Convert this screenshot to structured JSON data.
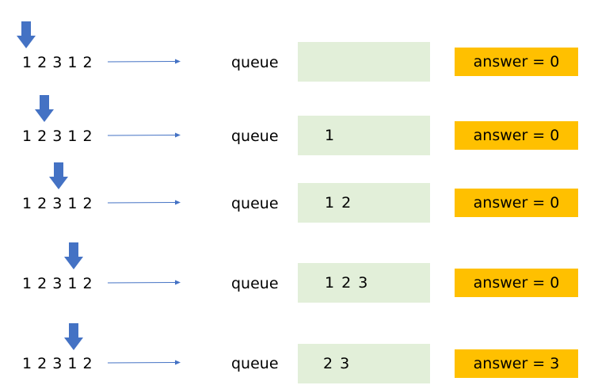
{
  "colors": {
    "pointer": "#4472c4",
    "flow_arrow": "#4472c4",
    "queue_box": "#e2efd9",
    "answer_box": "#ffc000"
  },
  "steps": [
    {
      "sequence": "1 2 3 1 2",
      "pointer_index": 0,
      "queue_label": "queue",
      "queue_contents": "",
      "answer": "answer = 0"
    },
    {
      "sequence": "1 2 3 1 2",
      "pointer_index": 1,
      "queue_label": "queue",
      "queue_contents": "1",
      "answer": "answer = 0"
    },
    {
      "sequence": "1 2 3 1 2",
      "pointer_index": 2,
      "queue_label": "queue",
      "queue_contents": "1 2",
      "answer": "answer = 0"
    },
    {
      "sequence": "1 2 3 1 2",
      "pointer_index": 3,
      "queue_label": "queue",
      "queue_contents": "1 2 3",
      "answer": "answer = 0"
    },
    {
      "sequence": "1 2 3 1 2",
      "pointer_index": 3,
      "queue_label": "queue",
      "queue_contents": "2 3",
      "answer": "answer = 3"
    }
  ]
}
